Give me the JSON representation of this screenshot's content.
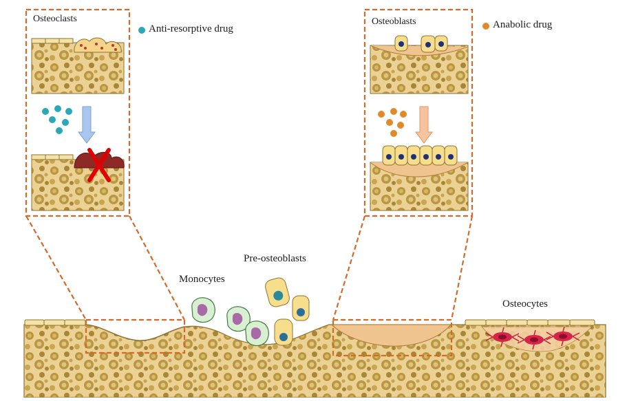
{
  "labels": {
    "osteoclasts": "Osteoclasts",
    "osteoblasts": "Osteoblasts",
    "monocytes": "Monocytes",
    "pre_osteoblasts": "Pre-osteoblasts",
    "osteocytes": "Osteocytes"
  },
  "legend": {
    "anti_resorptive": "Anti-resorptive  drug",
    "anabolic": "Anabolic  drug"
  },
  "colors": {
    "bone_base": "#e8c98a",
    "bone_spot": "#b28f3e",
    "dashed_box": "#d26a2a",
    "anti_resorptive_drug": "#2aa7b8",
    "anabolic_drug": "#e08a2a",
    "osteoclast": "#a8342d",
    "osteoblast": "#f2d27a",
    "nucleus": "#1f2f78",
    "osteocyte": "#d8244a",
    "monocyte_nucleus": "#8a4a8a",
    "inhibition_mark": "#e00000",
    "down_arrow_blue": "#a9c7ee",
    "down_arrow_orange": "#f6c39e"
  }
}
